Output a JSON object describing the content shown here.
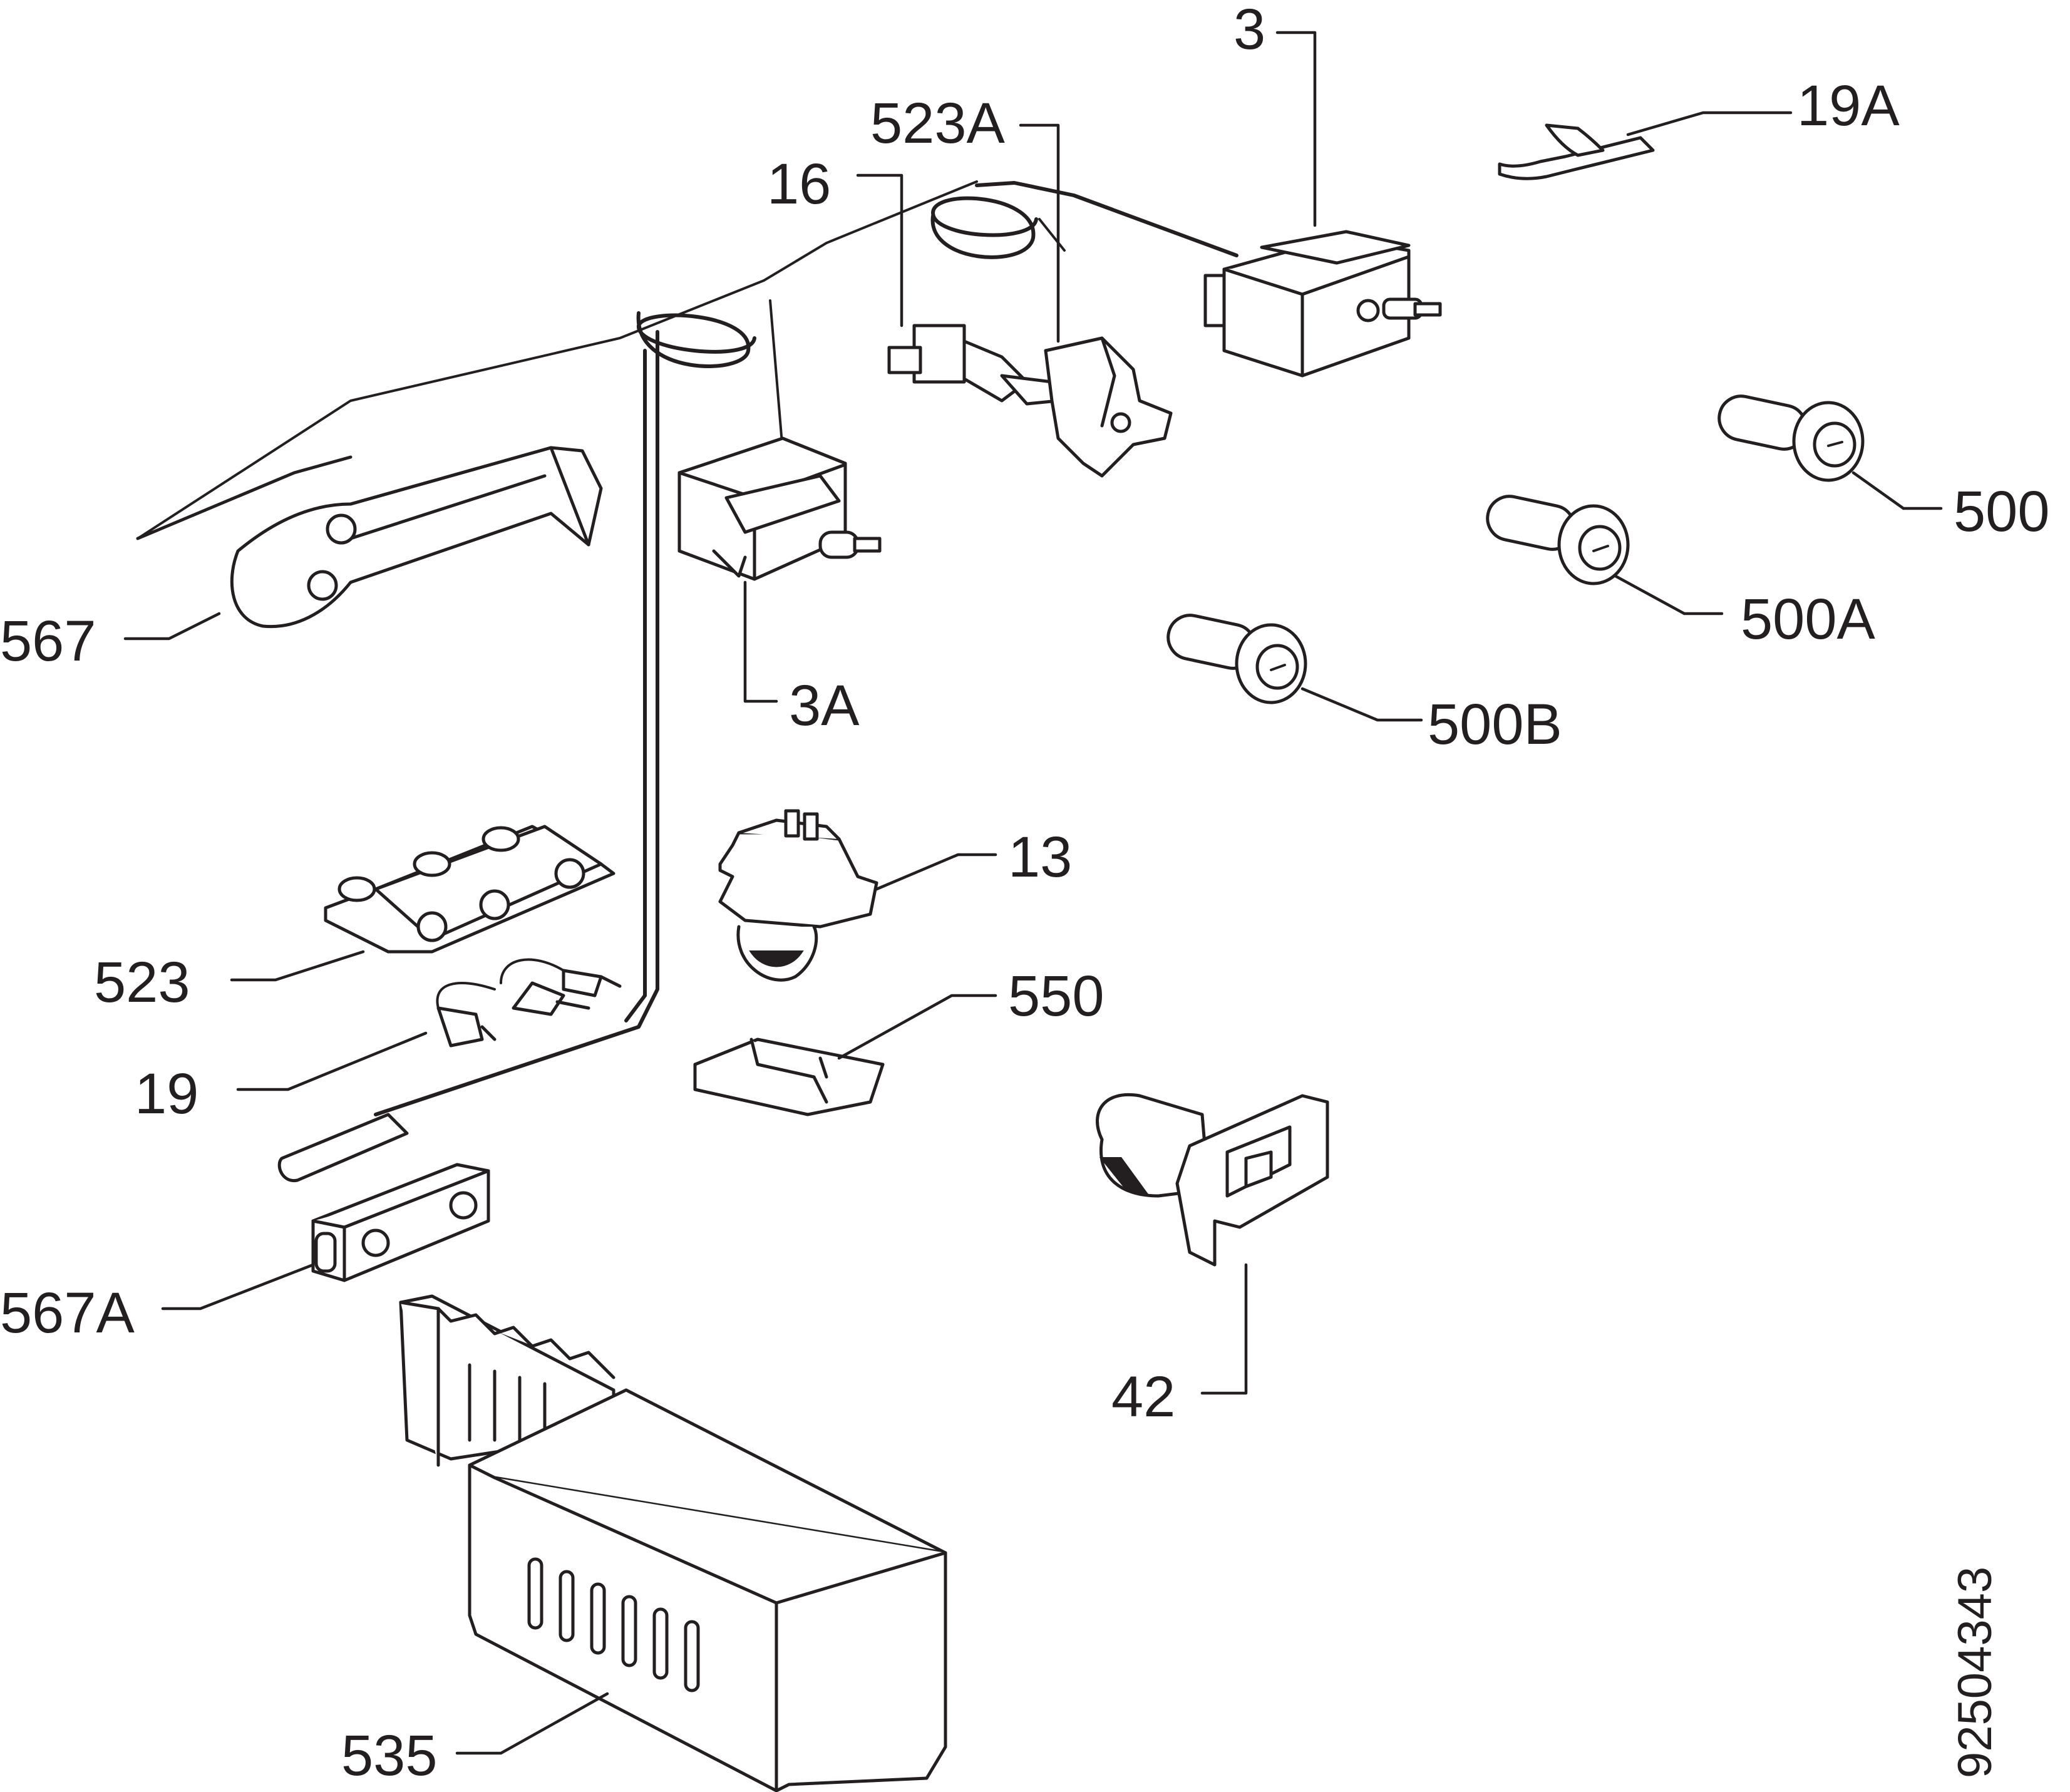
{
  "callouts": {
    "c3": "3",
    "c523A": "523A",
    "c19A": "19A",
    "c16": "16",
    "c500": "500",
    "c500A": "500A",
    "c500B": "500B",
    "c567": "567",
    "c3A": "3A",
    "c13": "13",
    "c550": "550",
    "c523": "523",
    "c19": "19",
    "c42": "42",
    "c567A": "567A",
    "c535": "535"
  },
  "drawing_number": "92504343",
  "colors": {
    "line": "#231f20",
    "background": "#ffffff"
  }
}
